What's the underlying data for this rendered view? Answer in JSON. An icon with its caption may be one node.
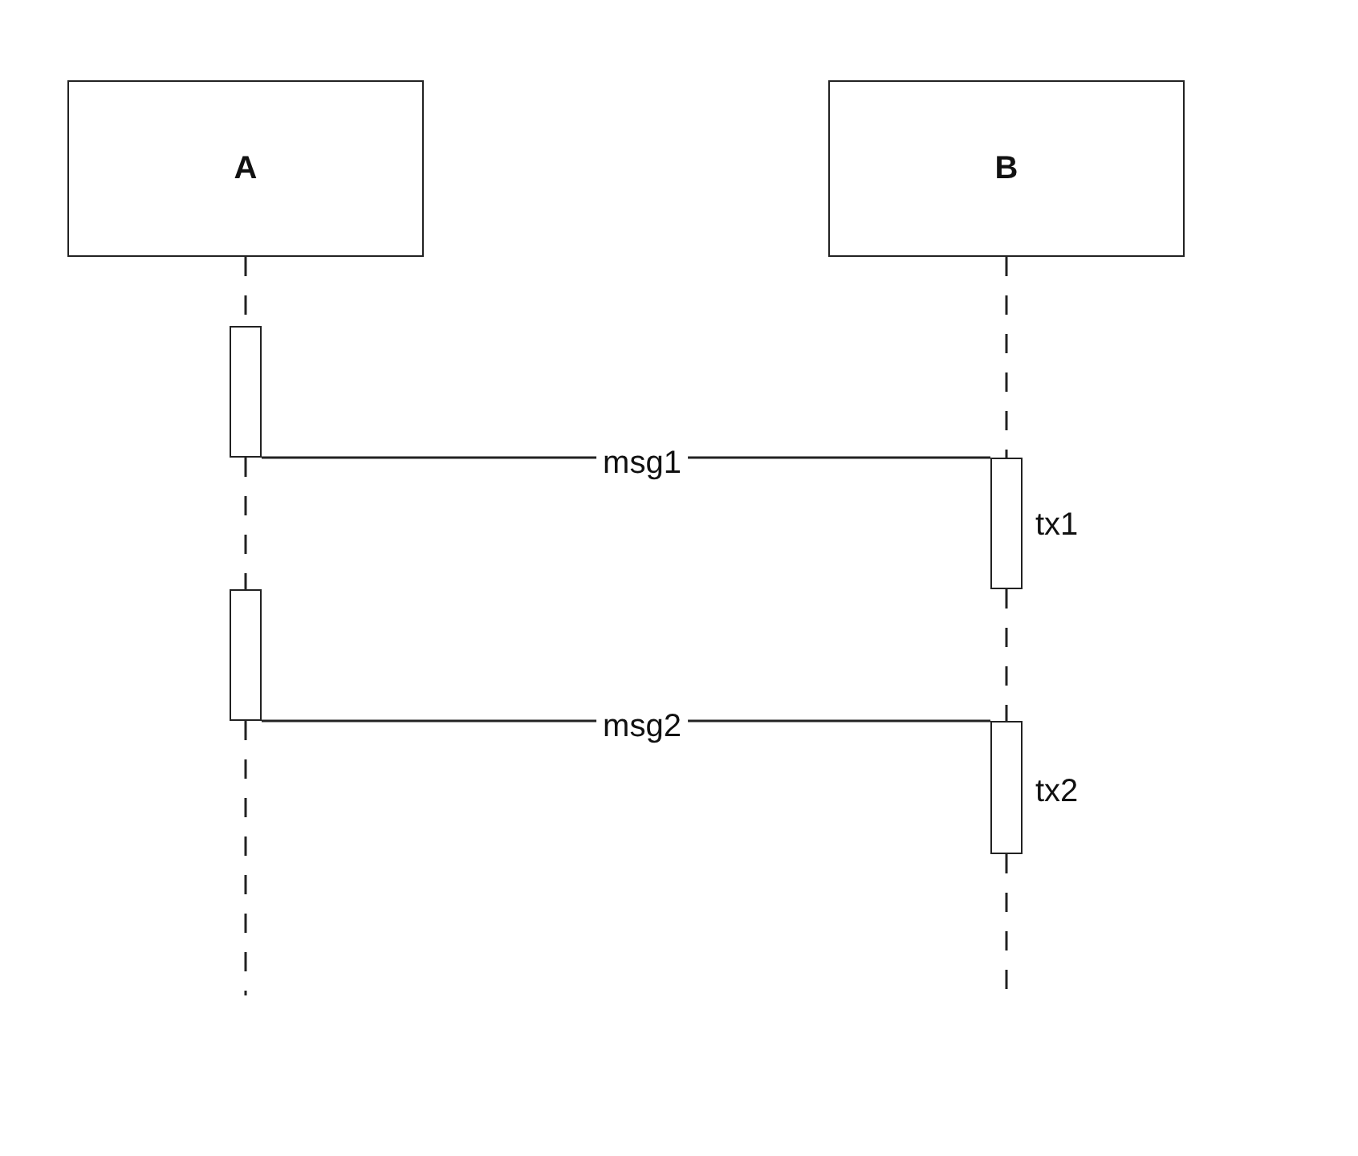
{
  "diagram": {
    "nodes": [
      {
        "text": [
          "A"
        ]
      },
      {
        "text": [
          "B"
        ]
      },
      {
        "text": [],
        "shape": "bar"
      },
      {
        "text": [],
        "shape": "bar",
        "beside": [
          "tx1"
        ]
      },
      {
        "text": [],
        "shape": "bar"
      },
      {
        "text": [],
        "shape": "bar",
        "beside": [
          "tx2"
        ]
      }
    ],
    "edges": [
      {
        "from": 0,
        "to": 2,
        "arrow": "none",
        "style": "dashed"
      },
      {
        "from": 2,
        "to": 4,
        "arrow": "none",
        "style": "dashed"
      },
      {
        "from": 4,
        "to": null,
        "arrow": "none",
        "style": "dashed"
      },
      {
        "from": 1,
        "to": 3,
        "arrow": "none",
        "style": "dashed"
      },
      {
        "from": 3,
        "to": 5,
        "arrow": "none",
        "style": "dashed"
      },
      {
        "from": 5,
        "to": null,
        "arrow": "none",
        "style": "dashed"
      },
      {
        "from": 2,
        "to": 3,
        "label": "msg1",
        "arrow": "none"
      },
      {
        "from": 4,
        "to": 5,
        "label": "msg2",
        "arrow": "none"
      }
    ]
  }
}
